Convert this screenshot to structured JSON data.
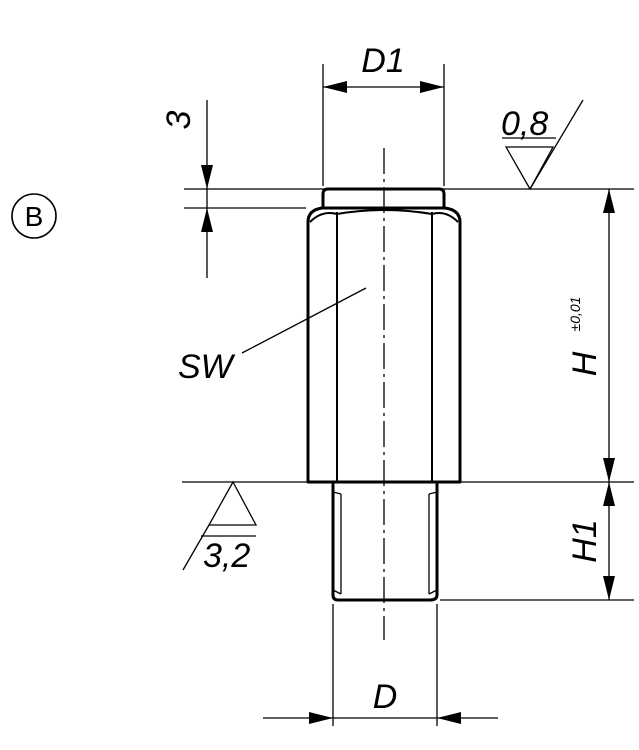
{
  "view_marker": "B",
  "dimensions": {
    "d1": "D1",
    "d": "D",
    "h": "H",
    "h_tolerance": "±0,01",
    "h1": "H1",
    "collar_height": "3",
    "width_across_flats": "SW"
  },
  "surface_finish": {
    "top": "0,8",
    "base": "3,2"
  }
}
